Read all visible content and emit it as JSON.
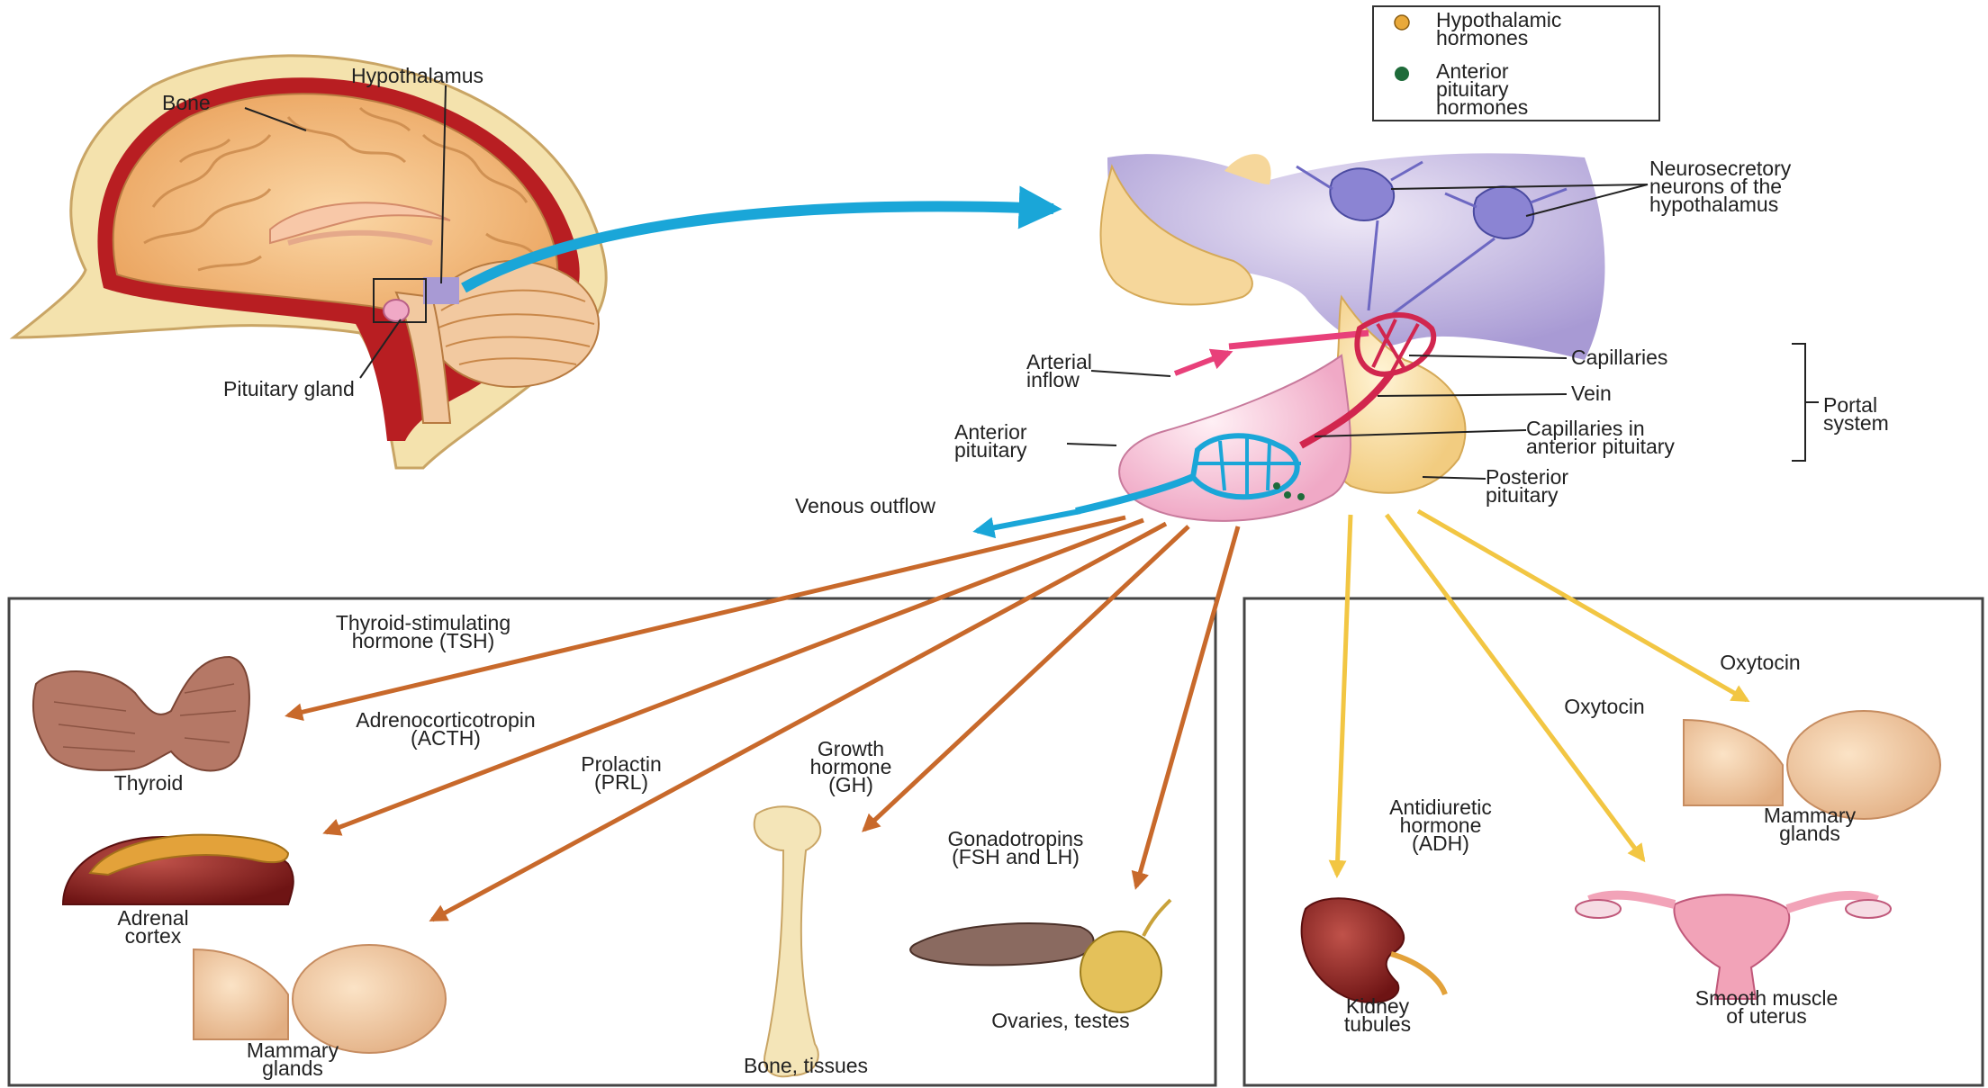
{
  "legend": {
    "hypothalamic": "Hypothalamic\nhormones",
    "anterior": "Anterior\npituitary\nhormones",
    "colors": {
      "hypothalamic": "#e9a93a",
      "anterior": "#1e6b3a"
    }
  },
  "brain": {
    "bone": "Bone",
    "hypothalamus": "Hypothalamus",
    "pituitary_gland": "Pituitary gland"
  },
  "pituitary": {
    "neurosecretory": "Neurosecretory\nneurons of the\nhypothalamus",
    "arterial_inflow": "Arterial\ninflow",
    "capillaries": "Capillaries",
    "vein": "Vein",
    "capillaries_anterior": "Capillaries in\nanterior pituitary",
    "portal_system": "Portal\nsystem",
    "anterior_pituitary": "Anterior\npituitary",
    "posterior_pituitary": "Posterior\npituitary",
    "venous_outflow": "Venous outflow"
  },
  "anterior_targets": {
    "tsh": "Thyroid-stimulating\nhormone (TSH)",
    "thyroid": "Thyroid",
    "acth": "Adrenocorticotropin\n(ACTH)",
    "adrenal": "Adrenal\ncortex",
    "prl": "Prolactin\n(PRL)",
    "mammary": "Mammary\nglands",
    "gh": "Growth\nhormone\n(GH)",
    "bone_tissues": "Bone, tissues",
    "gonadotropins": "Gonadotropins\n(FSH and LH)",
    "ovaries_testes": "Ovaries, testes"
  },
  "posterior_targets": {
    "oxytocin_1": "Oxytocin",
    "oxytocin_2": "Oxytocin",
    "mammary": "Mammary\nglands",
    "adh": "Antidiuretic\nhormone\n(ADH)",
    "kidney": "Kidney\ntubules",
    "uterus": "Smooth muscle\nof uterus"
  },
  "colors": {
    "anterior_arrows": "#c8692b",
    "posterior_arrows": "#f2c643",
    "blue_arrow": "#1aa6d8",
    "arterial": "#e8407a"
  }
}
